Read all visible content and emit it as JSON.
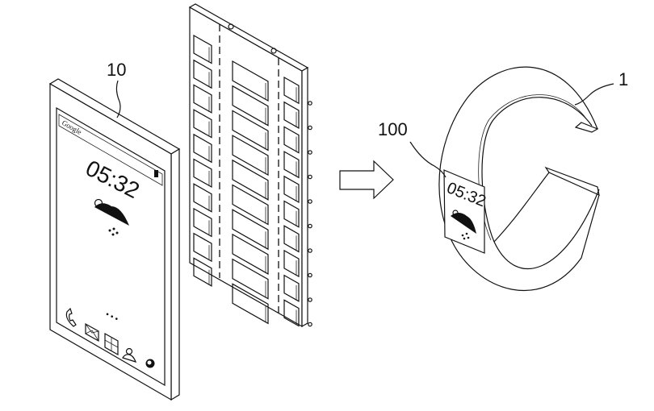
{
  "figure": {
    "labels": {
      "phone_ref": "10",
      "display_ref": "100",
      "band_ref": "1"
    },
    "phone": {
      "brand_text": "Google",
      "clock": "05:32",
      "weather_icon": "cloud-rain-icon",
      "page_dots": "• • •",
      "dock_icons": [
        "phone-icon",
        "mail-icon",
        "apps-grid-icon",
        "contacts-icon",
        "browser-globe-icon"
      ]
    },
    "panel": {
      "columns": 3,
      "rows": 10
    },
    "transform_arrow": "right-arrow-icon",
    "bracelet": {
      "clock": "05:32",
      "weather_icon": "cloud-rain-icon"
    }
  }
}
